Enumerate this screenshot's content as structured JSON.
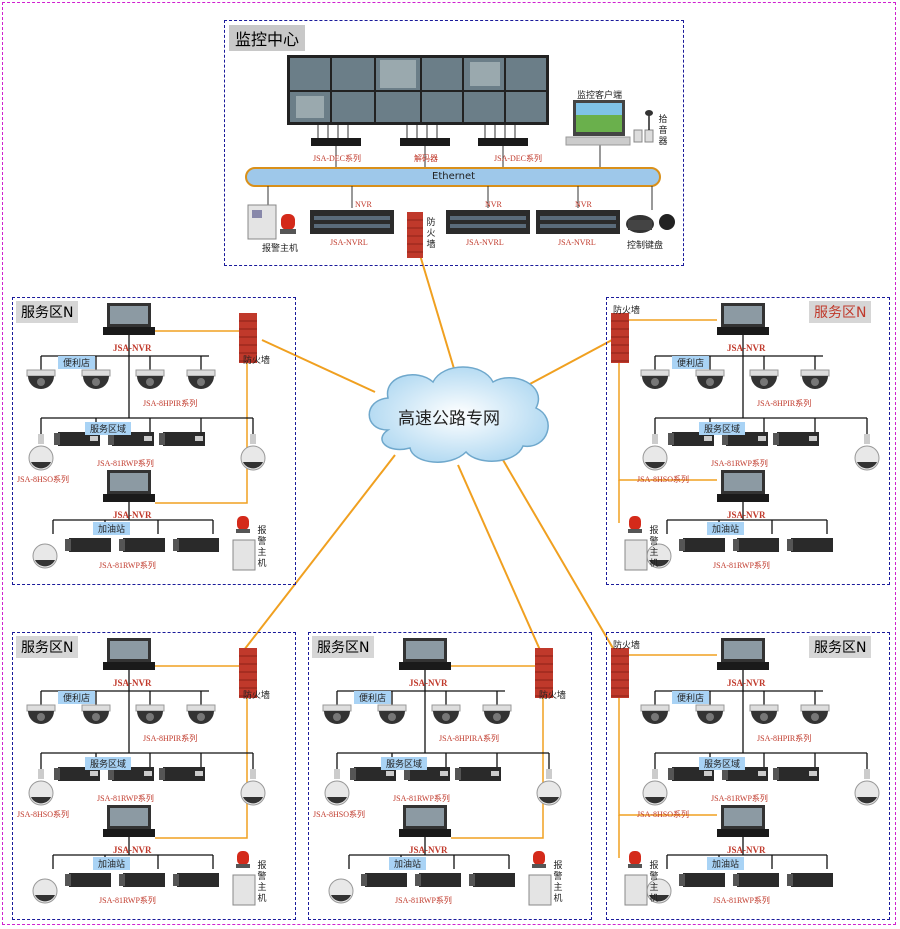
{
  "center": {
    "title": "监控中心",
    "decoder_left": "JSA-DEC系列",
    "decoder_mid": "解码器",
    "decoder_right": "JSA-DEC系列",
    "client": "监控客户端",
    "pickup": "拾音器",
    "ethernet": "Ethernet",
    "alarm_host": "报警主机",
    "nvr": "NVR",
    "nvr_model": "JSA-NVRL",
    "firewall": "防火墙",
    "keyboard": "控制键盘"
  },
  "network": "高速公路专网",
  "zone": {
    "title": "服务区N",
    "nvr": "JSA-NVR",
    "firewall": "防火墙",
    "store": "便利店",
    "dome_model": "JSA-8HPIR系列",
    "dome_model_alt": "JSA-8HPIRA系列",
    "service_area": "服务区域",
    "box_model": "JSA-81RWP系列",
    "ptz_model": "JSA-8HSO系列",
    "gas_station": "加油站",
    "alarm_host": "报警主机"
  },
  "colors": {
    "link": "#f0a020",
    "accent_red": "#c0392b",
    "zone_border": "#1a1a9a",
    "outer_border": "#d020d0",
    "tag_bg": "#a9d3f5"
  }
}
